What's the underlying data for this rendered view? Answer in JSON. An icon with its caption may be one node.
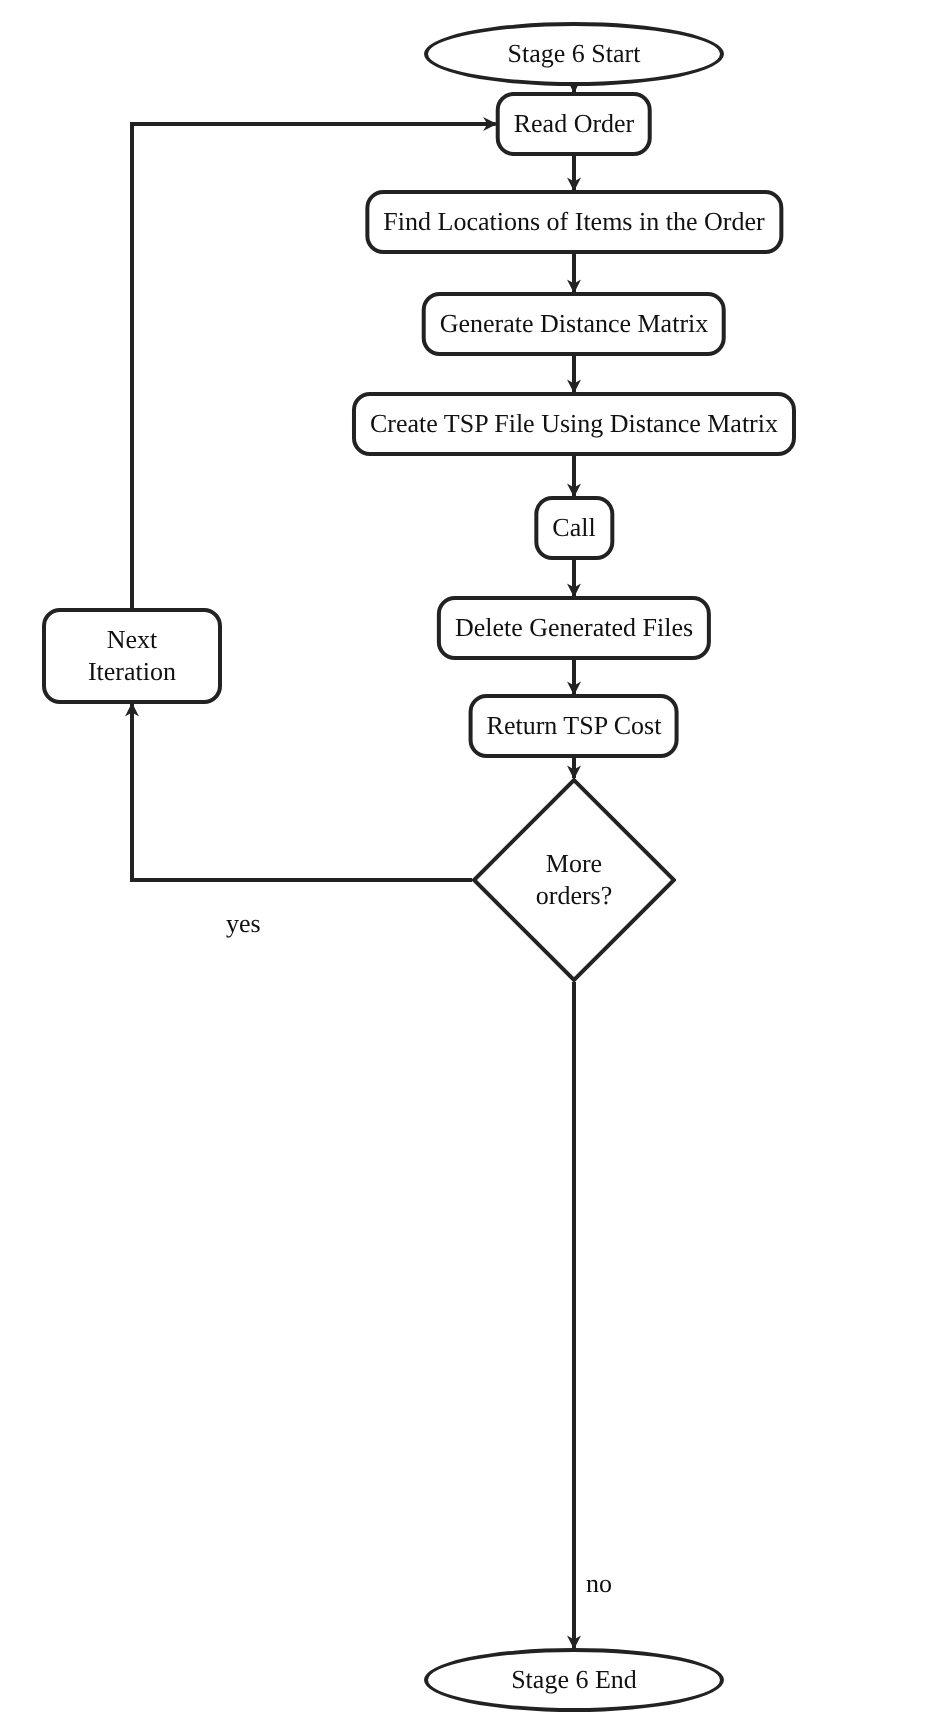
{
  "diagram": {
    "nodes": [
      {
        "text": [
          "Stage 6 Start"
        ]
      },
      {
        "text": [
          "Read Order"
        ]
      },
      {
        "text": [
          "Find Locations of Items in the Order"
        ]
      },
      {
        "text": [
          "Generate Distance Matrix"
        ]
      },
      {
        "text": [
          "Create TSP File Using Distance Matrix"
        ]
      },
      {
        "text": [
          "Call"
        ]
      },
      {
        "text": [
          "Delete Generated Files"
        ]
      },
      {
        "text": [
          "Return TSP Cost"
        ]
      },
      {
        "text": [
          "More orders?"
        ]
      },
      {
        "text": [
          "Stage 6 End"
        ]
      },
      {
        "text": [
          "Next Iteration"
        ]
      }
    ],
    "edges": [
      {
        "from": 0,
        "to": 1,
        "arrow": "to"
      },
      {
        "from": 1,
        "to": 2,
        "arrow": "to"
      },
      {
        "from": 2,
        "to": 3,
        "arrow": "to"
      },
      {
        "from": 3,
        "to": 4,
        "arrow": "to"
      },
      {
        "from": 4,
        "to": 5,
        "arrow": "to"
      },
      {
        "from": 5,
        "to": 6,
        "arrow": "to"
      },
      {
        "from": 6,
        "to": 7,
        "arrow": "to"
      },
      {
        "from": 7,
        "to": 8,
        "arrow": "to"
      },
      {
        "from": 8,
        "to": 9,
        "label": "no",
        "arrow": "to"
      },
      {
        "from": 8,
        "to": 10,
        "label": "yes",
        "arrow": "to"
      },
      {
        "from": 10,
        "to": 1,
        "arrow": "to"
      }
    ]
  }
}
